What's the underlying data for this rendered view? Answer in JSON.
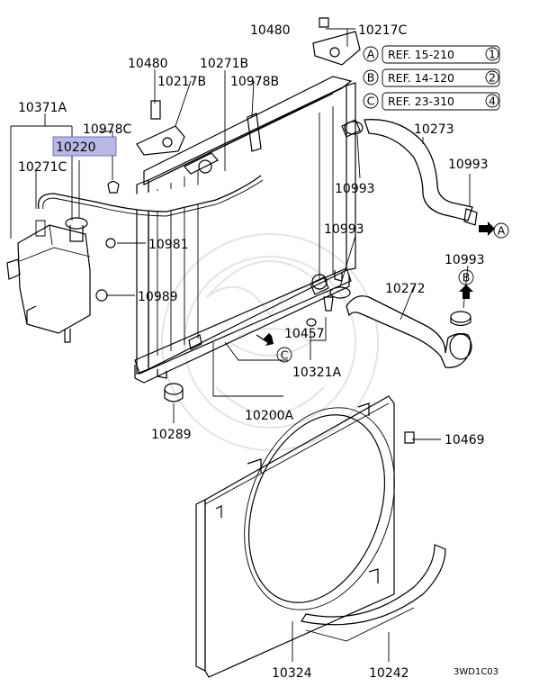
{
  "callouts": {
    "p10480_top": "10480",
    "p10217C": "10217C",
    "p10480_left": "10480",
    "p10271B": "10271B",
    "p10217B": "10217B",
    "p10978B": "10978B",
    "p10371A": "10371A",
    "p10978C": "10978C",
    "p10220": "10220",
    "p10271C": "10271C",
    "p10273": "10273",
    "p10993_a": "10993",
    "p10993_b": "10993",
    "p10993_c": "10993",
    "p10993_d": "10993",
    "p10981": "10981",
    "p10989": "10989",
    "p10272": "10272",
    "p10457": "10457",
    "p10321A": "10321A",
    "p10200A": "10200A",
    "p10289": "10289",
    "p10469": "10469",
    "p10324": "10324",
    "p10242": "10242"
  },
  "references": [
    {
      "letter": "A",
      "text": "REF. 15-210",
      "page": "1"
    },
    {
      "letter": "B",
      "text": "REF. 14-120",
      "page": "2"
    },
    {
      "letter": "C",
      "text": "REF. 23-310",
      "page": "4"
    }
  ],
  "arrow_markers": {
    "a": "A",
    "b": "B",
    "c": "C"
  },
  "highlighted_part": "10220",
  "diagram_code": "3WD1C03",
  "highlight_color": "#b8b8e6"
}
